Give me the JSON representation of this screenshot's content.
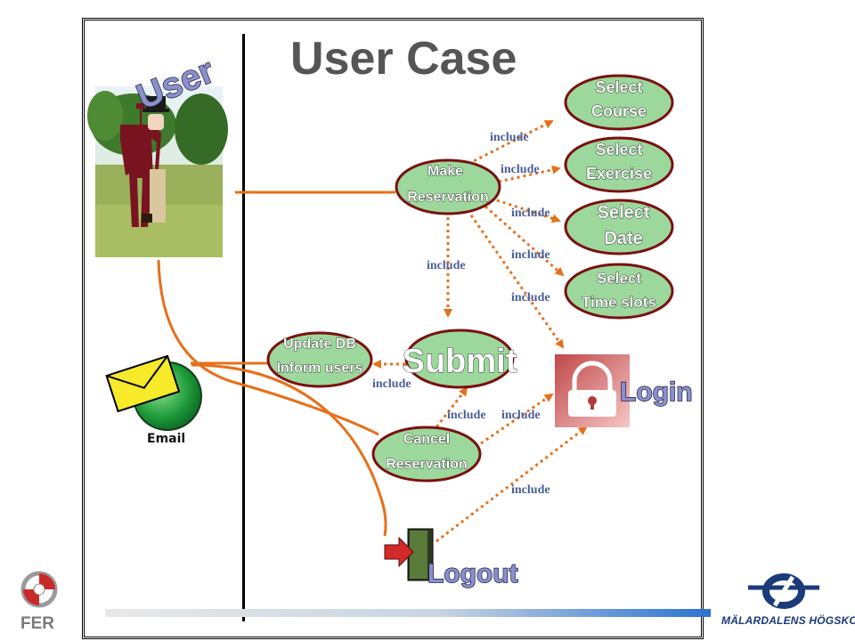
{
  "title": "User Case",
  "actors": {
    "user_label": "User",
    "email_label": "Email"
  },
  "use_cases": {
    "select_course": [
      "Select",
      "Course"
    ],
    "select_exercise": [
      "Select",
      "Exercise"
    ],
    "select_date": [
      "Select",
      "Date"
    ],
    "select_time_slots": [
      "Select",
      "Time slots"
    ],
    "make_reservation": [
      "Make",
      "Reservation"
    ],
    "update_db": [
      "Update DB",
      "Inform users"
    ],
    "submit": "Submit",
    "cancel_reservation": [
      "Cancel",
      "Reservation"
    ],
    "login": "Login",
    "logout": "Logout"
  },
  "relation_label": "include",
  "footer": {
    "left_logo_text": "FER",
    "right_logo_text": "MÄLARDALENS HÖGSKOLA"
  },
  "colors": {
    "oval_fill": "#9cd89c",
    "oval_border": "#7a1010",
    "arrow": "#e6701a",
    "include_text": "#4a5f9a"
  }
}
